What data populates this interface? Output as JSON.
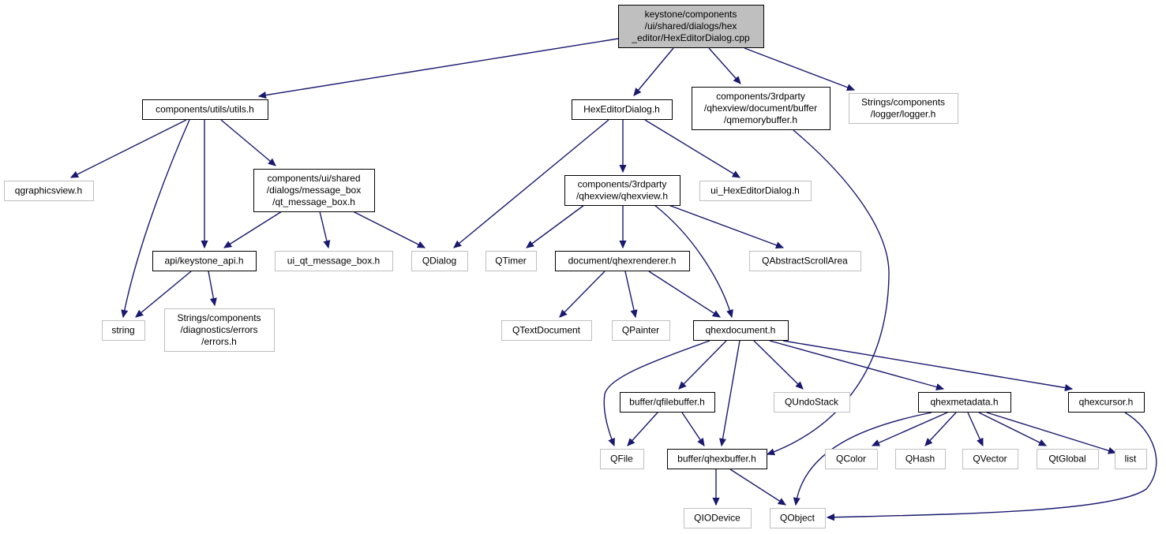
{
  "graph": {
    "colors": {
      "edge": "#191970",
      "root_fill": "#bfbfbf",
      "documented_border": "#000000",
      "external_border": "#bfbfbf"
    },
    "nodes": [
      {
        "id": "root",
        "kind": "root",
        "lines": [
          "keystone/components",
          "/ui/shared/dialogs/hex",
          "_editor/HexEditorDialog.cpp"
        ]
      },
      {
        "id": "utils",
        "kind": "documented",
        "lines": [
          "components/utils/utils.h"
        ]
      },
      {
        "id": "hexeditordialog",
        "kind": "documented",
        "lines": [
          "HexEditorDialog.h"
        ]
      },
      {
        "id": "qmemorybuffer",
        "kind": "documented",
        "lines": [
          "components/3rdparty",
          "/qhexview/document/buffer",
          "/qmemorybuffer.h"
        ]
      },
      {
        "id": "logger",
        "kind": "external",
        "lines": [
          "Strings/components",
          "/logger/logger.h"
        ]
      },
      {
        "id": "qgraphicsview",
        "kind": "external",
        "lines": [
          "qgraphicsview.h"
        ]
      },
      {
        "id": "qtmessagebox",
        "kind": "documented",
        "lines": [
          "components/ui/shared",
          "/dialogs/message_box",
          "/qt_message_box.h"
        ]
      },
      {
        "id": "qhexview",
        "kind": "documented",
        "lines": [
          "components/3rdparty",
          "/qhexview/qhexview.h"
        ]
      },
      {
        "id": "uihexeditordialog",
        "kind": "external",
        "lines": [
          "ui_HexEditorDialog.h"
        ]
      },
      {
        "id": "keystoneapi",
        "kind": "documented",
        "lines": [
          "api/keystone_api.h"
        ]
      },
      {
        "id": "uiqtmessagebox",
        "kind": "external",
        "lines": [
          "ui_qt_message_box.h"
        ]
      },
      {
        "id": "qdialog",
        "kind": "external",
        "lines": [
          "QDialog"
        ]
      },
      {
        "id": "qtimer",
        "kind": "external",
        "lines": [
          "QTimer"
        ]
      },
      {
        "id": "qhexrenderer",
        "kind": "documented",
        "lines": [
          "document/qhexrenderer.h"
        ]
      },
      {
        "id": "qabstractscrollarea",
        "kind": "external",
        "lines": [
          "QAbstractScrollArea"
        ]
      },
      {
        "id": "string",
        "kind": "external",
        "lines": [
          "string"
        ]
      },
      {
        "id": "errors",
        "kind": "external",
        "lines": [
          "Strings/components",
          "/diagnostics/errors",
          "/errors.h"
        ]
      },
      {
        "id": "qtextdocument",
        "kind": "external",
        "lines": [
          "QTextDocument"
        ]
      },
      {
        "id": "qpainter",
        "kind": "external",
        "lines": [
          "QPainter"
        ]
      },
      {
        "id": "qhexdocument",
        "kind": "documented",
        "lines": [
          "qhexdocument.h"
        ]
      },
      {
        "id": "qfilebuffer",
        "kind": "documented",
        "lines": [
          "buffer/qfilebuffer.h"
        ]
      },
      {
        "id": "qundostack",
        "kind": "external",
        "lines": [
          "QUndoStack"
        ]
      },
      {
        "id": "qhexmetadata",
        "kind": "documented",
        "lines": [
          "qhexmetadata.h"
        ]
      },
      {
        "id": "qhexcursor",
        "kind": "documented",
        "lines": [
          "qhexcursor.h"
        ]
      },
      {
        "id": "qfile",
        "kind": "external",
        "lines": [
          "QFile"
        ]
      },
      {
        "id": "qhexbuffer",
        "kind": "documented",
        "lines": [
          "buffer/qhexbuffer.h"
        ]
      },
      {
        "id": "qcolor",
        "kind": "external",
        "lines": [
          "QColor"
        ]
      },
      {
        "id": "qhash",
        "kind": "external",
        "lines": [
          "QHash"
        ]
      },
      {
        "id": "qvector",
        "kind": "external",
        "lines": [
          "QVector"
        ]
      },
      {
        "id": "qtglobal",
        "kind": "external",
        "lines": [
          "QtGlobal"
        ]
      },
      {
        "id": "list",
        "kind": "external",
        "lines": [
          "list"
        ]
      },
      {
        "id": "qiodevice",
        "kind": "external",
        "lines": [
          "QIODevice"
        ]
      },
      {
        "id": "qobject",
        "kind": "external",
        "lines": [
          "QObject"
        ]
      }
    ],
    "edges": [
      {
        "from": "root",
        "to": "utils"
      },
      {
        "from": "root",
        "to": "hexeditordialog"
      },
      {
        "from": "root",
        "to": "qmemorybuffer"
      },
      {
        "from": "root",
        "to": "logger"
      },
      {
        "from": "utils",
        "to": "qgraphicsview"
      },
      {
        "from": "utils",
        "to": "string"
      },
      {
        "from": "utils",
        "to": "keystoneapi"
      },
      {
        "from": "utils",
        "to": "qtmessagebox"
      },
      {
        "from": "qtmessagebox",
        "to": "keystoneapi"
      },
      {
        "from": "qtmessagebox",
        "to": "uiqtmessagebox"
      },
      {
        "from": "qtmessagebox",
        "to": "qdialog"
      },
      {
        "from": "keystoneapi",
        "to": "string"
      },
      {
        "from": "keystoneapi",
        "to": "errors"
      },
      {
        "from": "hexeditordialog",
        "to": "qdialog"
      },
      {
        "from": "hexeditordialog",
        "to": "qhexview"
      },
      {
        "from": "hexeditordialog",
        "to": "uihexeditordialog"
      },
      {
        "from": "qhexview",
        "to": "qtimer"
      },
      {
        "from": "qhexview",
        "to": "qhexrenderer"
      },
      {
        "from": "qhexview",
        "to": "qhexdocument"
      },
      {
        "from": "qhexview",
        "to": "qabstractscrollarea"
      },
      {
        "from": "qhexrenderer",
        "to": "qtextdocument"
      },
      {
        "from": "qhexrenderer",
        "to": "qpainter"
      },
      {
        "from": "qhexrenderer",
        "to": "qhexdocument"
      },
      {
        "from": "qhexdocument",
        "to": "qfile"
      },
      {
        "from": "qhexdocument",
        "to": "qfilebuffer"
      },
      {
        "from": "qhexdocument",
        "to": "qhexbuffer"
      },
      {
        "from": "qhexdocument",
        "to": "qundostack"
      },
      {
        "from": "qhexdocument",
        "to": "qhexmetadata"
      },
      {
        "from": "qhexdocument",
        "to": "qhexcursor"
      },
      {
        "from": "qfilebuffer",
        "to": "qfile"
      },
      {
        "from": "qfilebuffer",
        "to": "qhexbuffer"
      },
      {
        "from": "qmemorybuffer",
        "to": "qhexbuffer"
      },
      {
        "from": "qhexbuffer",
        "to": "qiodevice"
      },
      {
        "from": "qhexbuffer",
        "to": "qobject"
      },
      {
        "from": "qhexmetadata",
        "to": "qobject"
      },
      {
        "from": "qhexmetadata",
        "to": "qcolor"
      },
      {
        "from": "qhexmetadata",
        "to": "qhash"
      },
      {
        "from": "qhexmetadata",
        "to": "qvector"
      },
      {
        "from": "qhexmetadata",
        "to": "qtglobal"
      },
      {
        "from": "qhexmetadata",
        "to": "list"
      },
      {
        "from": "qhexcursor",
        "to": "qobject"
      }
    ]
  }
}
